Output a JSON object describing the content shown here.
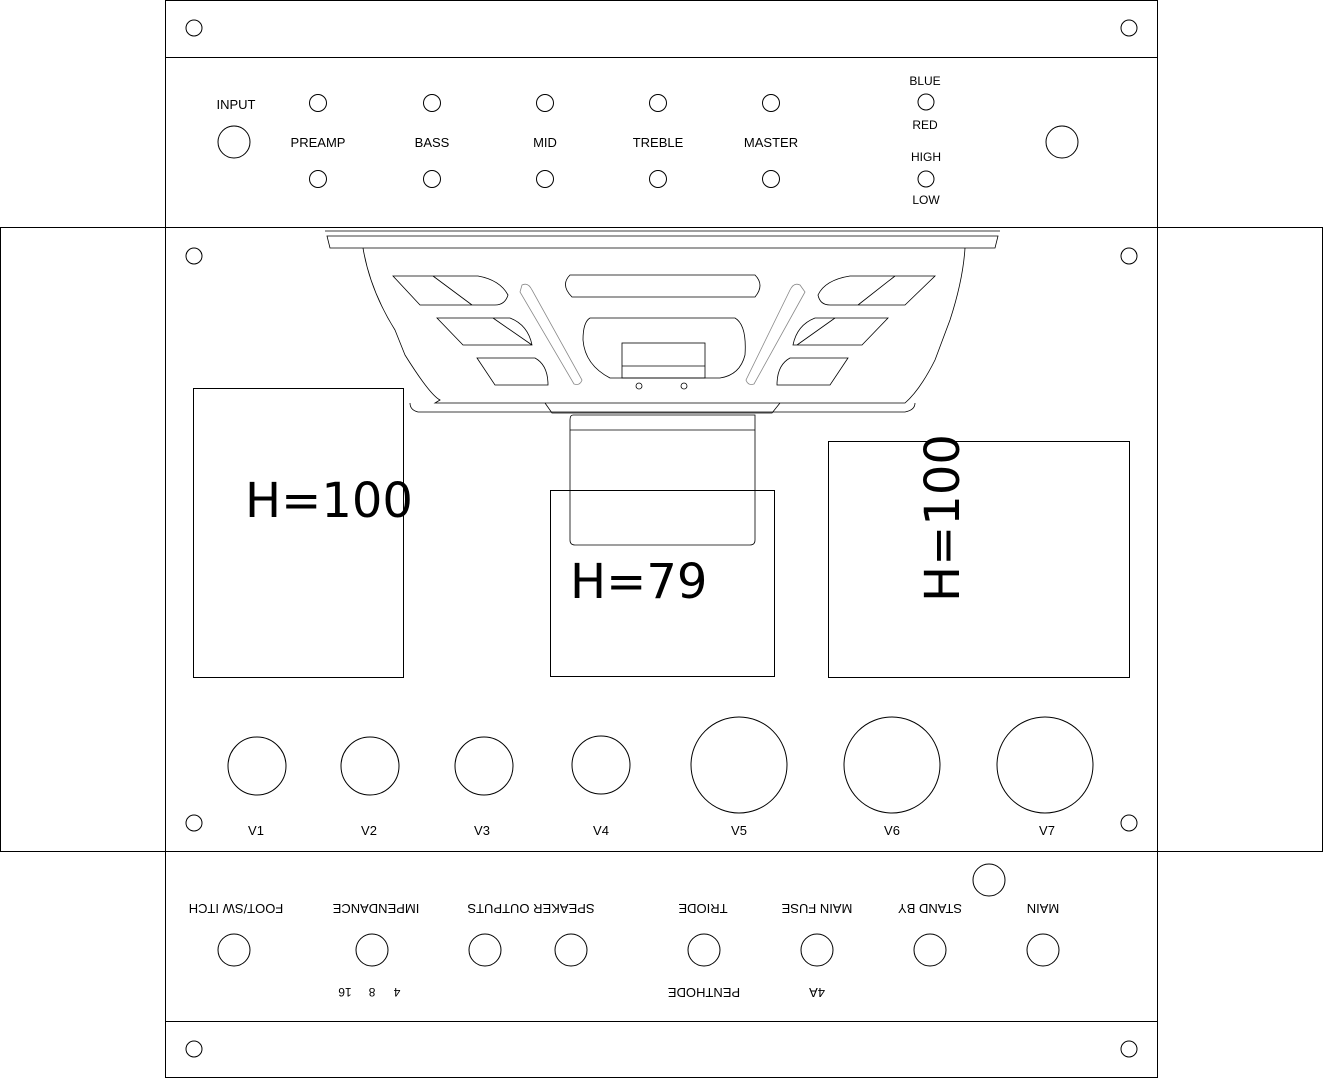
{
  "top_panel": {
    "input_label": "INPUT",
    "knobs": [
      "PREAMP",
      "BASS",
      "MID",
      "TREBLE",
      "MASTER"
    ],
    "switch1": {
      "top": "BLUE",
      "bottom": "RED"
    },
    "switch2": {
      "top": "HIGH",
      "bottom": "LOW"
    }
  },
  "chassis": {
    "box_left": "H=100",
    "box_center": "H=79",
    "box_right": "H=100",
    "tubes": [
      "V1",
      "V2",
      "V3",
      "V4",
      "V5",
      "V6",
      "V7"
    ]
  },
  "rear_panel": {
    "labels": [
      "FOOT/SW ITCH",
      "IMPENDANCE",
      "SPEAKER OUTPUTS",
      "TRIODE",
      "MAIN FUSE",
      "STAND BY",
      "MAIN"
    ],
    "impedance_values": [
      "4",
      "8",
      "16"
    ],
    "penthode": "PENTHODE",
    "fuse_value": "4A"
  }
}
